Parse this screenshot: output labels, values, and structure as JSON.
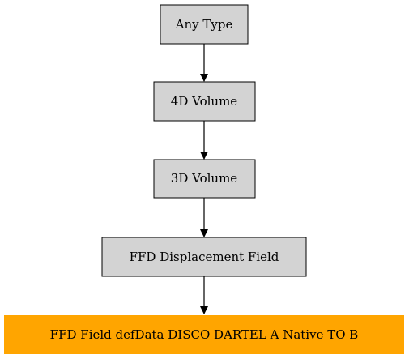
{
  "diagram": {
    "nodes": [
      {
        "id": "any-type",
        "label": "Any Type",
        "fill": "#d3d3d3",
        "stroke": "#000000"
      },
      {
        "id": "4d-volume",
        "label": "4D Volume",
        "fill": "#d3d3d3",
        "stroke": "#000000"
      },
      {
        "id": "3d-volume",
        "label": "3D Volume",
        "fill": "#d3d3d3",
        "stroke": "#000000"
      },
      {
        "id": "ffd-displacement-field",
        "label": "FFD Displacement Field",
        "fill": "#d3d3d3",
        "stroke": "#000000"
      },
      {
        "id": "ffd-field-defdata",
        "label": "FFD Field defData DISCO DARTEL A Native TO B",
        "fill": "#ffa500",
        "stroke": "#ffa500"
      }
    ],
    "edges": [
      {
        "from": "any-type",
        "to": "4d-volume"
      },
      {
        "from": "4d-volume",
        "to": "3d-volume"
      },
      {
        "from": "3d-volume",
        "to": "ffd-displacement-field"
      },
      {
        "from": "ffd-displacement-field",
        "to": "ffd-field-defdata"
      }
    ]
  }
}
